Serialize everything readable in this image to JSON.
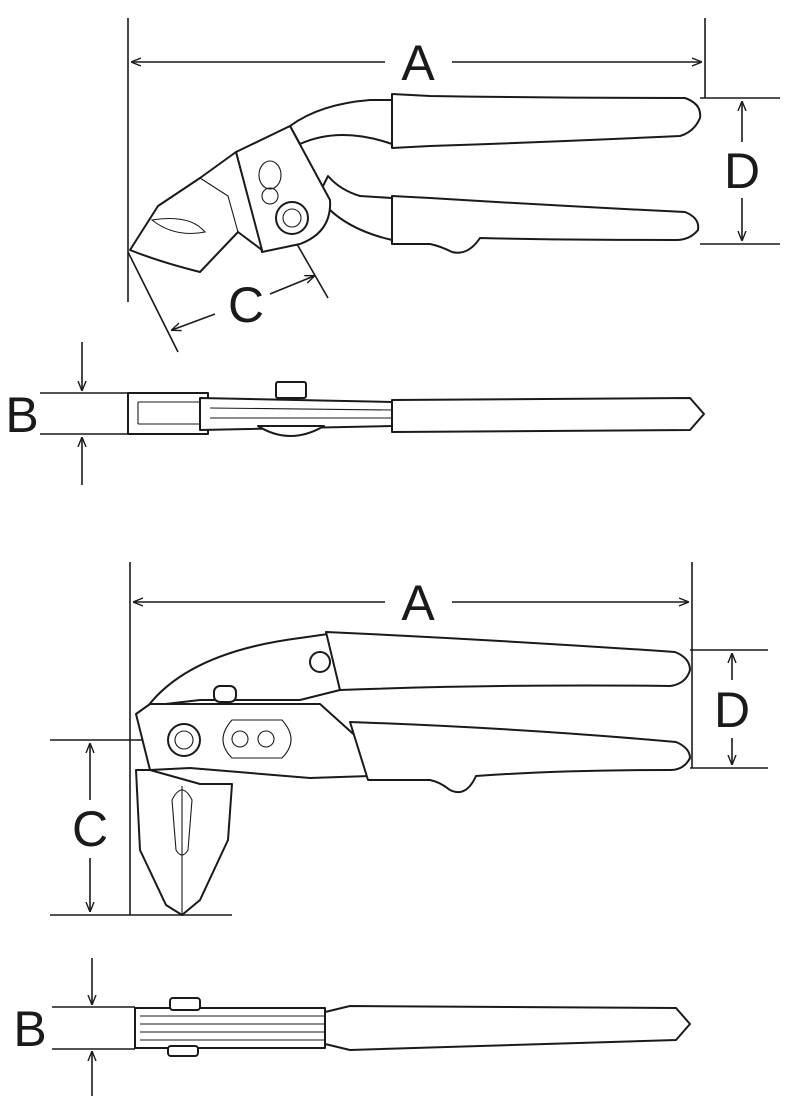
{
  "diagram": {
    "views": [
      {
        "id": "plier-1-side",
        "labels": {
          "A": "A",
          "C": "C",
          "D": "D"
        }
      },
      {
        "id": "plier-1-top",
        "labels": {
          "B": "B"
        }
      },
      {
        "id": "plier-2-side",
        "labels": {
          "A": "A",
          "C": "C",
          "D": "D"
        }
      },
      {
        "id": "plier-2-top",
        "labels": {
          "B": "B"
        }
      }
    ]
  },
  "colors": {
    "line": "#1a1a1a",
    "background": "#ffffff"
  }
}
